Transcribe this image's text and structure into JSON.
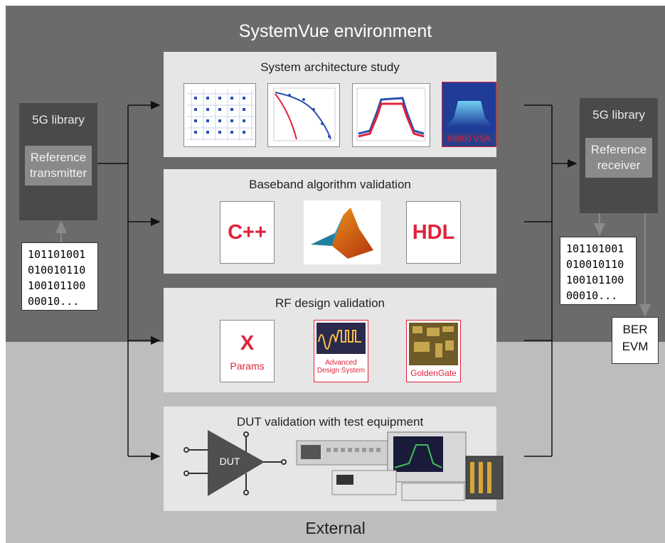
{
  "env_label": "SystemVue environment",
  "external_label": "External",
  "left_library": {
    "title": "5G library",
    "sub": "Reference\ntransmitter"
  },
  "right_library": {
    "title": "5G library",
    "sub": "Reference\nreceiver"
  },
  "left_bits": "101101001\n010010110\n100101100\n00010...",
  "right_bits": "101101001\n010010110\n100101100\n00010...",
  "ber_evm": "BER\nEVM",
  "panels": [
    {
      "title": "System architecture study",
      "tiles": [
        {
          "label": ""
        },
        {
          "label": ""
        },
        {
          "label": ""
        },
        {
          "label": "89600 VSA"
        }
      ]
    },
    {
      "title": "Baseband algorithm validation",
      "tiles": [
        {
          "label": "C++"
        },
        {
          "label": ""
        },
        {
          "label": "HDL"
        }
      ]
    },
    {
      "title": "RF design validation",
      "tiles": [
        {
          "label": "X",
          "sub": "Params"
        },
        {
          "label": "Advanced\nDesign System"
        },
        {
          "label": "GoldenGate"
        }
      ]
    },
    {
      "title": "DUT validation with test equipment",
      "dut_label": "DUT"
    }
  ],
  "colors": {
    "top_bg": "#6b6b6b",
    "bottom_bg": "#bdbdbd",
    "accent_red": "#e0223a"
  }
}
